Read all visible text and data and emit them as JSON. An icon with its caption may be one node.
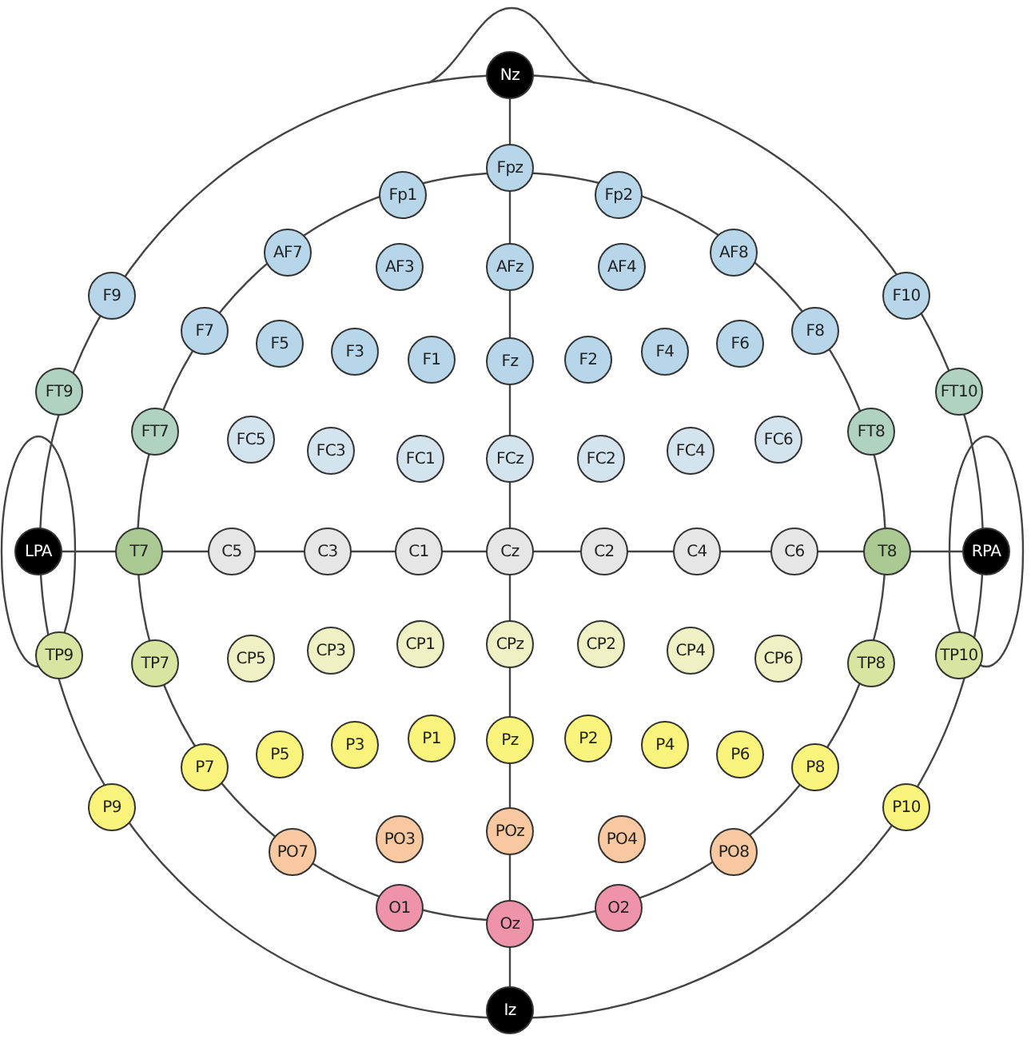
{
  "diagram": {
    "nodes": [
      {
        "text": [
          "Nz"
        ]
      },
      {
        "text": [
          "Fp1"
        ]
      },
      {
        "text": [
          "Fpz"
        ]
      },
      {
        "text": [
          "Fp2"
        ]
      },
      {
        "text": [
          "AF7"
        ]
      },
      {
        "text": [
          "AF3"
        ]
      },
      {
        "text": [
          "AFz"
        ]
      },
      {
        "text": [
          "AF4"
        ]
      },
      {
        "text": [
          "AF8"
        ]
      },
      {
        "text": [
          "F9"
        ]
      },
      {
        "text": [
          "F10"
        ]
      },
      {
        "text": [
          "F7"
        ]
      },
      {
        "text": [
          "F5"
        ]
      },
      {
        "text": [
          "F3"
        ]
      },
      {
        "text": [
          "F1"
        ]
      },
      {
        "text": [
          "Fz"
        ]
      },
      {
        "text": [
          "F2"
        ]
      },
      {
        "text": [
          "F4"
        ]
      },
      {
        "text": [
          "F6"
        ]
      },
      {
        "text": [
          "F8"
        ]
      },
      {
        "text": [
          "FT9"
        ]
      },
      {
        "text": [
          "FT10"
        ]
      },
      {
        "text": [
          "FT7"
        ]
      },
      {
        "text": [
          "FC5"
        ]
      },
      {
        "text": [
          "FC3"
        ]
      },
      {
        "text": [
          "FC1"
        ]
      },
      {
        "text": [
          "FCz"
        ]
      },
      {
        "text": [
          "FC2"
        ]
      },
      {
        "text": [
          "FC4"
        ]
      },
      {
        "text": [
          "FC6"
        ]
      },
      {
        "text": [
          "FT8"
        ]
      },
      {
        "text": [
          "LPA"
        ]
      },
      {
        "text": [
          "T7"
        ]
      },
      {
        "text": [
          "C5"
        ]
      },
      {
        "text": [
          "C3"
        ]
      },
      {
        "text": [
          "C1"
        ]
      },
      {
        "text": [
          "Cz"
        ]
      },
      {
        "text": [
          "C2"
        ]
      },
      {
        "text": [
          "C4"
        ]
      },
      {
        "text": [
          "C6"
        ]
      },
      {
        "text": [
          "T8"
        ]
      },
      {
        "text": [
          "RPA"
        ]
      },
      {
        "text": [
          "TP9"
        ]
      },
      {
        "text": [
          "TP7"
        ]
      },
      {
        "text": [
          "CP5"
        ]
      },
      {
        "text": [
          "CP3"
        ]
      },
      {
        "text": [
          "CP1"
        ]
      },
      {
        "text": [
          "CPz"
        ]
      },
      {
        "text": [
          "CP2"
        ]
      },
      {
        "text": [
          "CP4"
        ]
      },
      {
        "text": [
          "CP6"
        ]
      },
      {
        "text": [
          "TP8"
        ]
      },
      {
        "text": [
          "TP10"
        ]
      },
      {
        "text": [
          "P7"
        ]
      },
      {
        "text": [
          "P5"
        ]
      },
      {
        "text": [
          "P3"
        ]
      },
      {
        "text": [
          "P1"
        ]
      },
      {
        "text": [
          "Pz"
        ]
      },
      {
        "text": [
          "P2"
        ]
      },
      {
        "text": [
          "P4"
        ]
      },
      {
        "text": [
          "P6"
        ]
      },
      {
        "text": [
          "P8"
        ]
      },
      {
        "text": [
          "P9"
        ]
      },
      {
        "text": [
          "P10"
        ]
      },
      {
        "text": [
          "PO7"
        ]
      },
      {
        "text": [
          "PO3"
        ]
      },
      {
        "text": [
          "POz"
        ]
      },
      {
        "text": [
          "PO4"
        ]
      },
      {
        "text": [
          "PO8"
        ]
      },
      {
        "text": [
          "O1"
        ]
      },
      {
        "text": [
          "Oz"
        ]
      },
      {
        "text": [
          "O2"
        ]
      },
      {
        "text": [
          "Iz"
        ]
      }
    ]
  }
}
